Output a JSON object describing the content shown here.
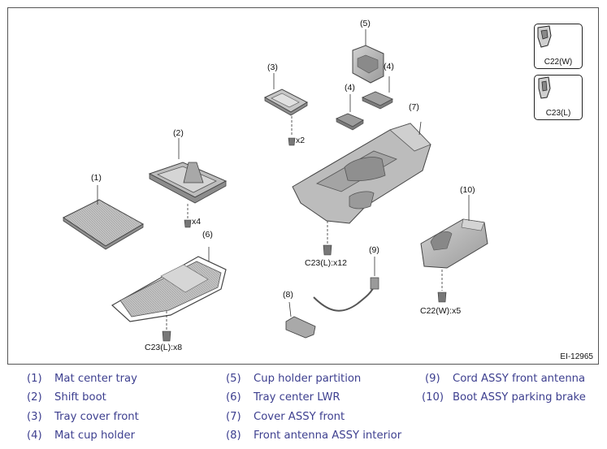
{
  "diagram": {
    "reference_code": "EI-12965",
    "fastener_types": [
      {
        "label": "C22(W)",
        "icon": "clip-w-icon"
      },
      {
        "label": "C23(L)",
        "icon": "clip-l-icon"
      }
    ],
    "callouts": [
      "(1)",
      "(2)",
      "(3)",
      "(4)",
      "(4)",
      "(5)",
      "(6)",
      "(7)",
      "(8)",
      "(9)",
      "(10)"
    ],
    "quantities": [
      "x2",
      "x4",
      "C23(L):x8",
      "C23(L):x12",
      "C22(W):x5"
    ]
  },
  "legend": [
    {
      "num": "(1)",
      "name": "Mat center tray"
    },
    {
      "num": "(2)",
      "name": "Shift boot"
    },
    {
      "num": "(3)",
      "name": "Tray cover front"
    },
    {
      "num": "(4)",
      "name": "Mat cup holder"
    },
    {
      "num": "(5)",
      "name": "Cup holder partition"
    },
    {
      "num": "(6)",
      "name": "Tray center LWR"
    },
    {
      "num": "(7)",
      "name": "Cover ASSY front"
    },
    {
      "num": "(8)",
      "name": "Front antenna ASSY interior"
    },
    {
      "num": "(9)",
      "name": "Cord ASSY front antenna"
    },
    {
      "num": "(10)",
      "name": "Boot ASSY parking brake"
    }
  ],
  "colors": {
    "legend_text": "#3d3f8f",
    "part_fill": "#b9b9b9",
    "part_stroke": "#444444"
  }
}
